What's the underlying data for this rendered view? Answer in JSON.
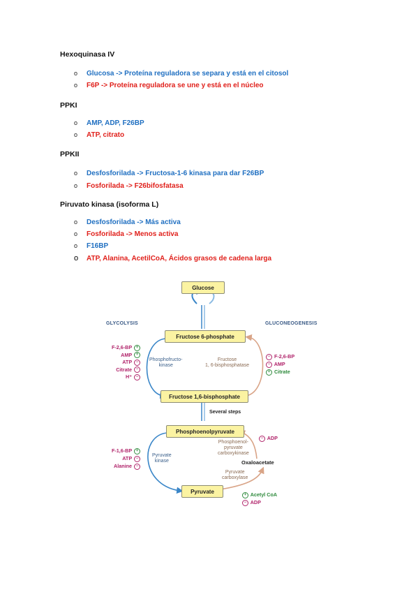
{
  "sections": [
    {
      "heading": "Hexoquinasa IV",
      "items": [
        {
          "text": "Glucosa -> Proteína reguladora se separa y está en el citosol",
          "color": "#1f6fc1",
          "bullet": "o"
        },
        {
          "text": "F6P -> Proteína reguladora se une y está en el núcleo",
          "color": "#e0201b",
          "bullet": "o"
        }
      ]
    },
    {
      "heading": "PPKI",
      "items": [
        {
          "text": "AMP, ADP, F26BP",
          "color": "#1f6fc1",
          "bullet": "o"
        },
        {
          "text": "ATP, citrato",
          "color": "#e0201b",
          "bullet": "o"
        }
      ]
    },
    {
      "heading": "PPKII",
      "items": [
        {
          "text": "Desfosforilada -> Fructosa-1-6 kinasa para dar F26BP",
          "color": "#1f6fc1",
          "bullet": "o"
        },
        {
          "text": "Fosforilada -> F26bifosfatasa",
          "color": "#e0201b",
          "bullet": "o"
        }
      ]
    },
    {
      "heading": "Piruvato kinasa (isoforma L)",
      "items": [
        {
          "text": "Desfosforilada -> Más activa",
          "color": "#1f6fc1",
          "bullet": "o"
        },
        {
          "text": "Fosforilada -> Menos activa",
          "color": "#e0201b",
          "bullet": "o"
        },
        {
          "text": "F16BP",
          "color": "#1f6fc1",
          "bullet": "o"
        },
        {
          "text": "ATP, Alanina, AcetilCoA, Ácidos grasos de cadena larga",
          "color": "#e0201b",
          "bullet": "o"
        }
      ]
    }
  ],
  "diagram": {
    "boxes": {
      "glucose": "Glucose",
      "f6p": "Fructose 6-phosphate",
      "f16bp": "Fructose 1,6-bisphosphate",
      "pep": "Phosphoenolpyruvate",
      "pyruvate": "Pyruvate"
    },
    "titles": {
      "glycolysis": "GLYCOLYSIS",
      "gluconeogenesis": "GLUCONEOGENESIS"
    },
    "enzymes": {
      "pfk": [
        "Phosphofructo-",
        "kinase"
      ],
      "fbpase": [
        "Fructose",
        "1, 6-bisphosphatase"
      ],
      "pk": [
        "Pyruvate",
        "kinase"
      ],
      "pepck": [
        "Phosphoenol-",
        "pyruvate",
        "carboxykinase"
      ],
      "pc": [
        "Pyruvate",
        "carboxylase"
      ]
    },
    "labels": {
      "several_steps": "Several steps",
      "oxaloacetate": "Oxaloacetate"
    },
    "pfk_regulators": [
      {
        "name": "F-2,6-BP",
        "sign": "+"
      },
      {
        "name": "AMP",
        "sign": "+"
      },
      {
        "name": "ATP",
        "sign": "−"
      },
      {
        "name": "Citrate",
        "sign": "−"
      },
      {
        "name": "H⁺",
        "sign": "−"
      }
    ],
    "fbpase_regulators": [
      {
        "name": "F-2,6-BP",
        "sign": "−"
      },
      {
        "name": "AMP",
        "sign": "−"
      },
      {
        "name": "Citrate",
        "sign": "+"
      }
    ],
    "pk_regulators": [
      {
        "name": "F-1,6-BP",
        "sign": "+"
      },
      {
        "name": "ATP",
        "sign": "−"
      },
      {
        "name": "Alanine",
        "sign": "−"
      }
    ],
    "pepck_regulators": [
      {
        "name": "ADP",
        "sign": "−"
      }
    ],
    "pc_regulators": [
      {
        "name": "Acetyl CoA",
        "sign": "+"
      },
      {
        "name": "ADP",
        "sign": "−"
      }
    ],
    "colors": {
      "box_fill": "#fbf3a2",
      "glycolysis_arrow": "#3a86c8",
      "gluconeogenesis_arrow": "#d9a487",
      "activator": "#2e8a3c",
      "inhibitor": "#b0236a"
    }
  }
}
